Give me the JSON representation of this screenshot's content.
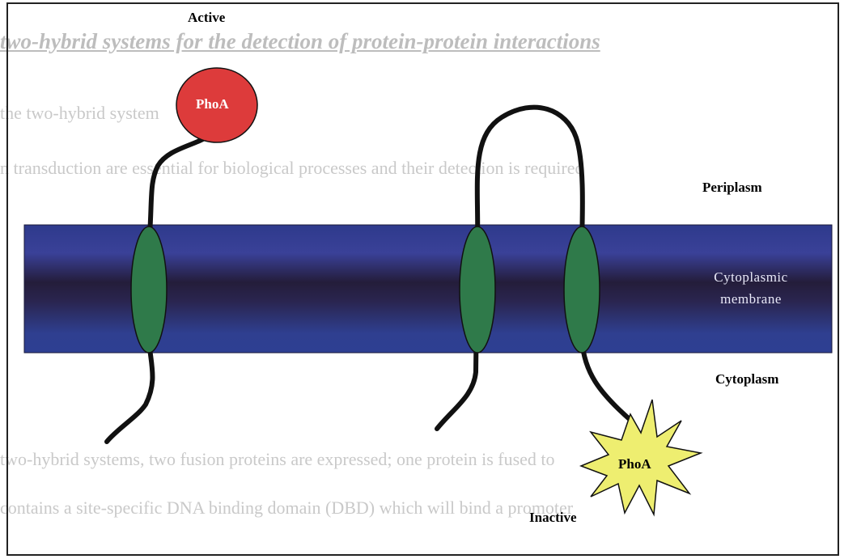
{
  "background_text": {
    "line1": "two-hybrid systems for the detection of protein-protein interactions",
    "line2": "the two-hybrid system",
    "line3": "n transduction are essential for biological processes and their detection is required",
    "line4": "two-hybrid systems, two fusion proteins are expressed; one protein is fused to",
    "line5": "contains a site-specific DNA binding domain (DBD) which will bind a promoter"
  },
  "labels": {
    "active": "Active",
    "inactive": "Inactive",
    "periplasm": "Periplasm",
    "cytoplasm": "Cytoplasm",
    "membrane_line1": "Cytoplasmic",
    "membrane_line2": "membrane",
    "phoa_active": "PhoA",
    "phoa_inactive": "PhoA"
  },
  "colors": {
    "membrane_edge": "#2e3a8c",
    "membrane_core": "#241d3a",
    "helix": "#2f7a4a",
    "phoa_active": "#dd3b3b",
    "phoa_inactive": "#eeee70",
    "chain": "#111111"
  }
}
